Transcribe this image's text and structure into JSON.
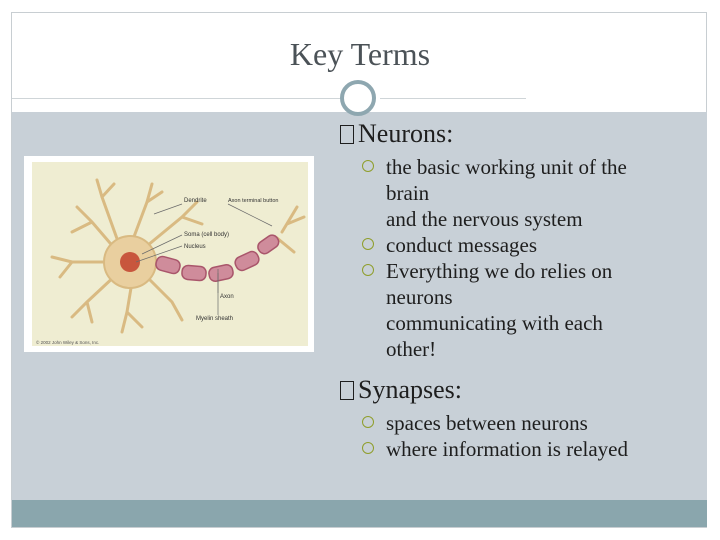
{
  "slide": {
    "title": "Key Terms"
  },
  "figure": {
    "labels": {
      "dendrite": "Dendrite",
      "axon_terminal": "Axon terminal button",
      "soma": "Soma (cell body)",
      "nucleus": "Nucleus",
      "axon": "Axon",
      "myelin": "Myelin sheath",
      "copyright": "© 2002 John Wiley & Sons, Inc."
    },
    "colors": {
      "background": "#efedd2",
      "neuron": "#e9cf9f",
      "nucleus": "#c8563d",
      "myelin": "#cf8c9b"
    }
  },
  "sections": [
    {
      "heading": "Neurons:",
      "bullets": [
        {
          "lines": [
            "the basic working unit of the",
            "brain"
          ]
        },
        {
          "lines": [
            "and the nervous system"
          ],
          "continuation": true
        },
        {
          "lines": [
            "conduct messages"
          ]
        },
        {
          "lines": [
            "Everything we do relies on",
            "neurons"
          ]
        },
        {
          "lines": [
            "communicating with each",
            "other!"
          ],
          "continuation": true
        }
      ]
    },
    {
      "heading": "Synapses:",
      "bullets": [
        {
          "lines": [
            "spaces between neurons"
          ]
        },
        {
          "lines": [
            "where information is relayed"
          ]
        }
      ]
    }
  ],
  "theme": {
    "band": "#c8d0d7",
    "bar": "#8aa6ad",
    "bullet": "#8f9e2c",
    "ring": "#8ea7b0"
  }
}
